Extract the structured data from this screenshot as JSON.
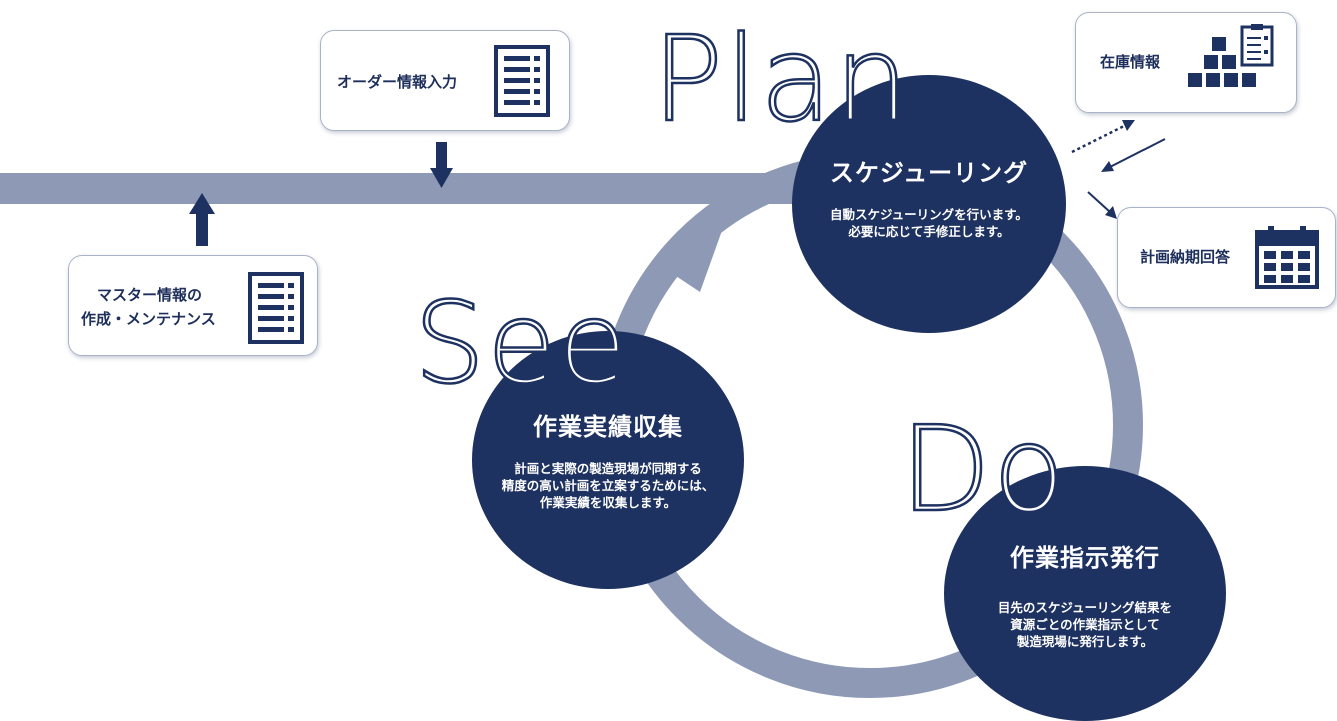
{
  "cards": {
    "order_entry": "オーダー情報入力",
    "master_line1": "マスター情報の",
    "master_line2": "作成・メンテナンス",
    "inventory": "在庫情報",
    "delivery_answer": "計画納期回答"
  },
  "phases": {
    "plan": {
      "word": "Plan",
      "title": "スケジューリング",
      "desc_line1": "自動スケジューリングを行います。",
      "desc_line2": "必要に応じて手修正します。"
    },
    "do": {
      "word": "Do",
      "title": "作業指示発行",
      "desc_line1": "目先のスケジューリング結果を",
      "desc_line2": "資源ごとの作業指示として",
      "desc_line3": "製造現場に発行します。"
    },
    "see": {
      "word": "See",
      "title": "作業実績収集",
      "desc_line1": "計画と実際の製造現場が同期する",
      "desc_line2": "精度の高い計画を立案するためには、",
      "desc_line3": "作業実績を収集します。"
    }
  },
  "colors": {
    "navy": "#1e3261",
    "steel": "#8e99b6",
    "card_border": "#a9b3c8"
  },
  "icons": [
    "document-list-icon",
    "inventory-boxes-icon",
    "calendar-icon"
  ]
}
